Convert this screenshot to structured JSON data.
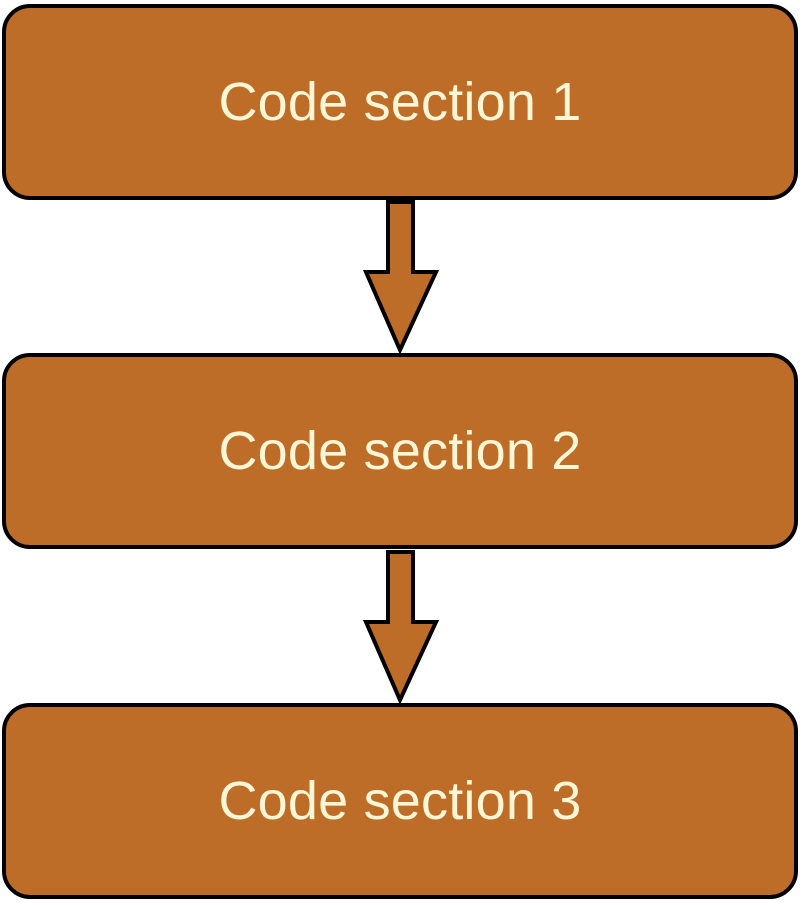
{
  "diagram": {
    "steps": [
      {
        "label": "Code section 1"
      },
      {
        "label": "Code section 2"
      },
      {
        "label": "Code section 3"
      }
    ],
    "connectors": [
      {
        "from": "Code section 1",
        "to": "Code section 2",
        "direction": "down"
      },
      {
        "from": "Code section 2",
        "to": "Code section 3",
        "direction": "down"
      }
    ],
    "colors": {
      "box_fill": "#bd6d28",
      "box_border": "#000000",
      "text": "#fff6d6",
      "arrow_fill": "#bd6d28",
      "arrow_stroke": "#000000"
    }
  }
}
